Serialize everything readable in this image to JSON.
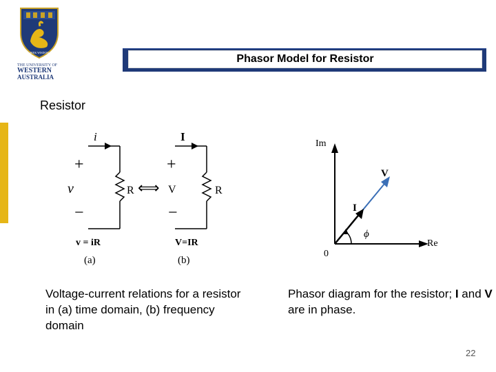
{
  "slide": {
    "title": "Phasor Model for Resistor",
    "section": "Resistor",
    "caption_left": "Voltage-current relations for a resistor in (a) time domain, (b) frequency domain",
    "caption_right_parts": [
      "Phasor diagram for the resistor; ",
      "I",
      " and ",
      "V",
      " are in phase."
    ],
    "page_number": "22"
  },
  "logo": {
    "line1": "THE UNIVERSITY OF",
    "line2": "WESTERN",
    "line3": "AUSTRALIA",
    "motto": "SEEK WISDOM"
  },
  "circuit_a": {
    "current": "i",
    "plus": "+",
    "voltage": "v",
    "minus": "−",
    "resistor": "R",
    "relation": "v = iR",
    "label": "(a)"
  },
  "circuit_b": {
    "current": "I",
    "plus": "+",
    "voltage": "V",
    "minus": "−",
    "resistor": "R",
    "relation": "V=IR",
    "label": "(b)"
  },
  "arrow_between": "⟺",
  "phasor": {
    "im_label": "Im",
    "re_label": "Re",
    "origin": "0",
    "v_label": "V",
    "i_label": "I",
    "phi_label": "ϕ",
    "colors": {
      "v": "#3b6fb6",
      "i": "#000000"
    }
  },
  "colors": {
    "title_bar": "#1f3a78",
    "accent_yellow": "#e6b617"
  }
}
